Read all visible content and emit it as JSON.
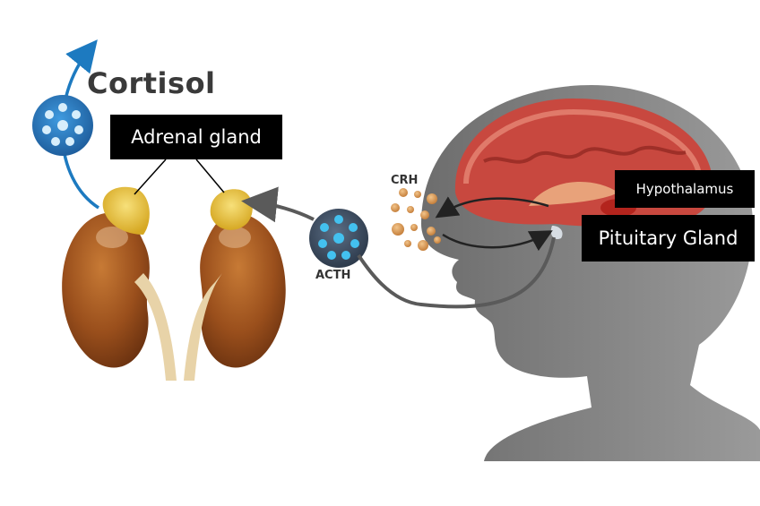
{
  "title": "Cortisol",
  "labels": {
    "adrenal_gland": "Adrenal gland",
    "hypothalamus": "Hypothalamus",
    "pituitary_gland": "Pituitary Gland",
    "crh": "CRH",
    "acth": "ACTH"
  },
  "colors": {
    "hormone_blue": "#2f86c9",
    "head_grey": "#8a8a8a",
    "brain_red": "#c8483f",
    "kidney_brown": "#9a4f1c",
    "adrenal_yellow": "#e9c13a",
    "crh_orange": "#d99a55",
    "arrow_blue": "#1d7ac0",
    "arrow_grey": "#5a5a5a"
  }
}
